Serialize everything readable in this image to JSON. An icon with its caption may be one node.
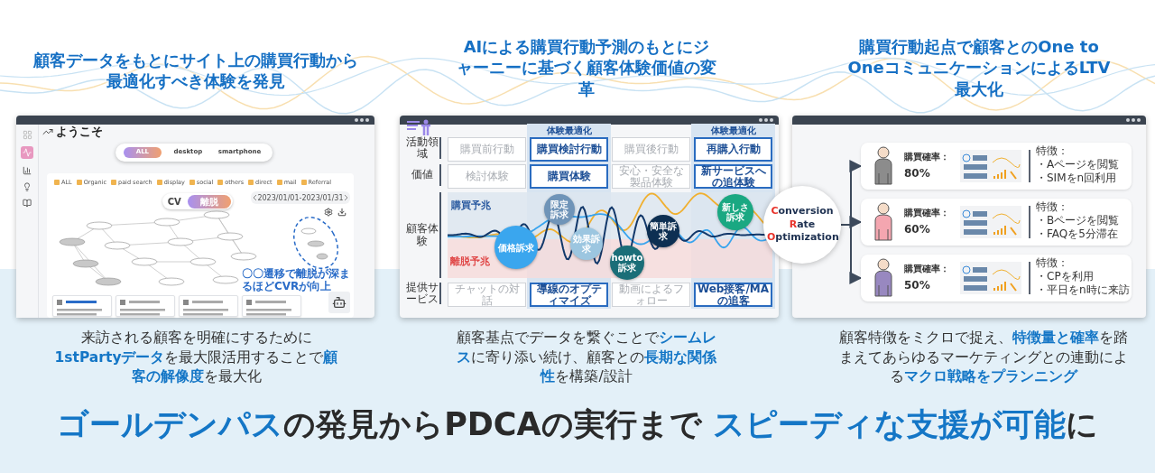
{
  "diagram": {
    "title": "**ゴールデンパス**の発見からPDCAの実行まで **スピーディな支援が可能**に",
    "nodes": [
      {
        "text": [
          "**C**onversion **R**ate **O**ptimization"
        ]
      },
      {
        "text": [
          "購買確率：",
          "80%",
          "特徴：",
          "・Aページを閲覧",
          "・SIMをn回利用"
        ]
      },
      {
        "text": [
          "購買確率：",
          "60%",
          "特徴：",
          "・Bページを閲覧",
          "・FAQを5分滞在"
        ]
      },
      {
        "text": [
          "購買確率：",
          "50%",
          "特徴：",
          "・CPを利用",
          "・平日をn時に来訪"
        ]
      }
    ],
    "edges": [
      {
        "from": 0,
        "to": 1,
        "arrow": "to"
      },
      {
        "from": 0,
        "to": 2,
        "arrow": "to"
      },
      {
        "from": 0,
        "to": 3,
        "arrow": "to"
      }
    ],
    "labels": [
      "顧客データをもとにサイト上の購買行動から最適化すべき体験を発見",
      "AIによる購買行動予測のもとにジャーニーに基づく顧客体験価値の変革",
      "購買行動起点で顧客とのOne to OneコミュニケーションによるLTV最大化",
      "ようこそ",
      "ALL",
      "desktop",
      "smartphone",
      "ALL",
      "Organic",
      "paid search",
      "display",
      "social",
      "others",
      "direct",
      "mail",
      "Referral",
      "2023/01/01-2023/01/31",
      "CV",
      "離脱",
      "〇〇遷移で離脱が深まるほどCVRが向上",
      "体験最適化",
      "体験最適化",
      "活動領域",
      "購買前行動",
      "購買検討行動",
      "購買後行動",
      "再購入行動",
      "価値",
      "検討体験",
      "購買体験",
      "安心・安全な製品体験",
      "新サービスへの追体験",
      "顧客体験",
      "購買予兆",
      "限定訴求",
      "新しさ訴求",
      "簡単訴求",
      "効果訴求",
      "価格訴求",
      "howto訴求",
      "離脱予兆",
      "提供サービス",
      "チャットの対話",
      "導線のオプティマイズ",
      "動画によるフォロー",
      "Web接客/MAの追客",
      "来訪される顧客を明確にするために**1stPartyデータ**を最大限活用することで**顧客の解像度**を最大化",
      "顧客基点でデータを繋ぐことで**シームレス**に寄り添い続け、顧客との**長期な関係性**を構築/設計",
      "顧客特徴をミクロで捉え、**特徴量と確率**を踏まえてあらゆるマーケティングとの連動による**マクロ戦略をプランニング**"
    ]
  }
}
